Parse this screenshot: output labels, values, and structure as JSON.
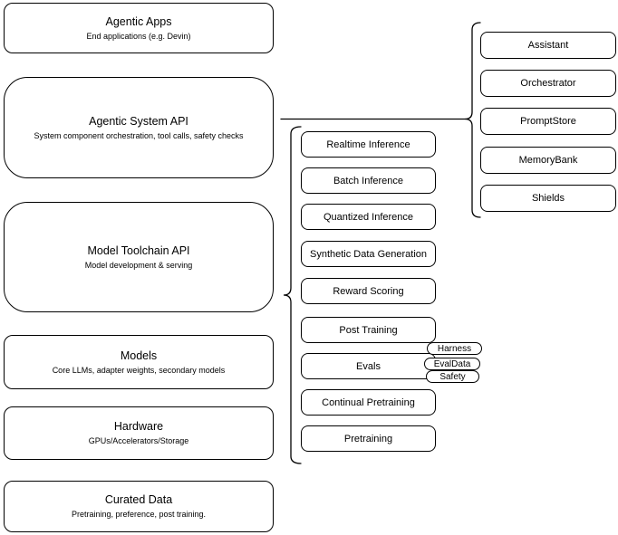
{
  "left_column": {
    "boxes": [
      {
        "title": "Agentic Apps",
        "subtitle": "End applications (e.g. Devin)"
      },
      {
        "title": "Agentic System API",
        "subtitle": "System component orchestration, tool calls, safety checks"
      },
      {
        "title": "Model Toolchain API",
        "subtitle": "Model development & serving"
      },
      {
        "title": "Models",
        "subtitle": "Core LLMs, adapter weights, secondary models"
      },
      {
        "title": "Hardware",
        "subtitle": "GPUs/Accelerators/Storage"
      },
      {
        "title": "Curated Data",
        "subtitle": "Pretraining, preference, post training."
      }
    ]
  },
  "middle_column": {
    "boxes": [
      {
        "label": "Realtime Inference"
      },
      {
        "label": "Batch Inference"
      },
      {
        "label": "Quantized Inference"
      },
      {
        "label": "Synthetic Data Generation"
      },
      {
        "label": "Reward Scoring"
      },
      {
        "label": "Post Training"
      },
      {
        "label": "Evals"
      },
      {
        "label": "Continual Pretraining"
      },
      {
        "label": "Pretraining"
      }
    ],
    "evals_tags": [
      {
        "label": "Harness"
      },
      {
        "label": "EvalData"
      },
      {
        "label": "Safety"
      }
    ]
  },
  "right_column": {
    "boxes": [
      {
        "label": "Assistant"
      },
      {
        "label": "Orchestrator"
      },
      {
        "label": "PromptStore"
      },
      {
        "label": "MemoryBank"
      },
      {
        "label": "Shields"
      }
    ]
  },
  "colors": {
    "stroke": "#000000",
    "fill": "#ffffff",
    "text": "#000000"
  }
}
